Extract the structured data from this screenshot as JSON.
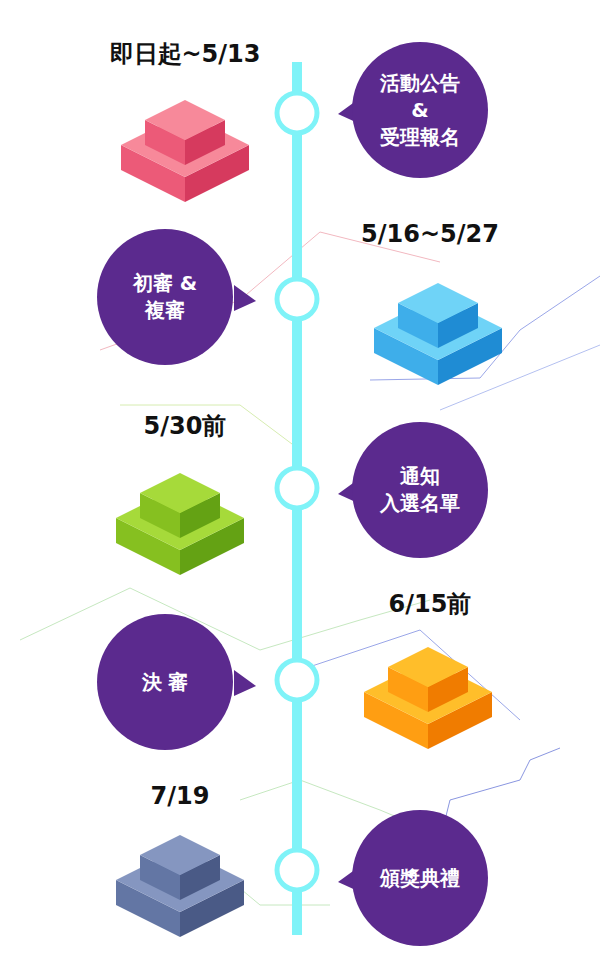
{
  "diagram": {
    "nodes": [
      {
        "text": [
          "活動公告 & 受理報名"
        ]
      },
      {
        "text": [
          "初審 & 複審"
        ]
      },
      {
        "text": [
          "通知 入選名單"
        ]
      },
      {
        "text": [
          "決 審"
        ]
      },
      {
        "text": [
          "頒獎典禮"
        ]
      }
    ],
    "labels": [
      "即日起~5/13",
      "5/16~5/27",
      "5/30前",
      "6/15前",
      "7/19"
    ]
  }
}
